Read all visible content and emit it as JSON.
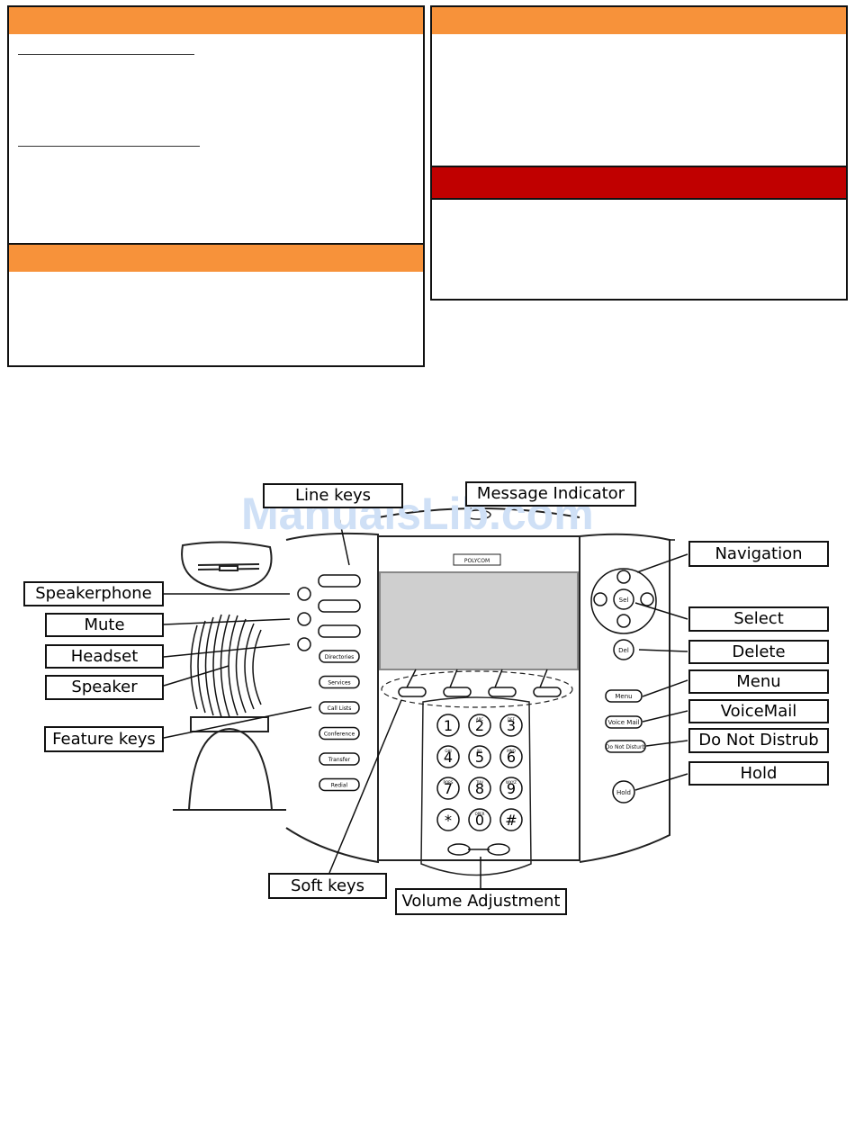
{
  "labels": {
    "line_keys": "Line keys",
    "message_indicator": "Message Indicator",
    "navigation": "Navigation",
    "speakerphone": "Speakerphone",
    "mute": "Mute",
    "headset": "Headset",
    "speaker": "Speaker",
    "feature_keys": "Feature keys",
    "select": "Select",
    "delete": "Delete",
    "menu": "Menu",
    "voicemail": "VoiceMail",
    "do_not_disturb": "Do Not Distrub",
    "hold": "Hold",
    "soft_keys": "Soft keys",
    "volume_adjustment": "Volume Adjustment"
  },
  "phone_keys": {
    "feature": [
      "Directories",
      "Services",
      "Call Lists",
      "Conference",
      "Transfer",
      "Redial"
    ],
    "right": {
      "menu": "Menu",
      "voicemail": "Voice Mail",
      "dnd": "Do Not Disturb",
      "hold": "Hold",
      "sel": "Sel",
      "del": "Del"
    },
    "brand": "POLYCOM",
    "dialpad": [
      {
        "d": "1",
        "l": ""
      },
      {
        "d": "2",
        "l": "ABC"
      },
      {
        "d": "3",
        "l": "DEF"
      },
      {
        "d": "4",
        "l": "GHI"
      },
      {
        "d": "5",
        "l": "JKL"
      },
      {
        "d": "6",
        "l": "MNO"
      },
      {
        "d": "7",
        "l": "PQRS"
      },
      {
        "d": "8",
        "l": "TUV"
      },
      {
        "d": "9",
        "l": "WXYZ"
      },
      {
        "d": "*",
        "l": ""
      },
      {
        "d": "0",
        "l": "OPER"
      },
      {
        "d": "#",
        "l": ""
      }
    ]
  },
  "watermark": "ManualsLib.com",
  "colors": {
    "orange_band": "#f7923a",
    "red_band": "#c00000",
    "watermark": "#cfe0f6",
    "screen": "#cfcfcf"
  }
}
